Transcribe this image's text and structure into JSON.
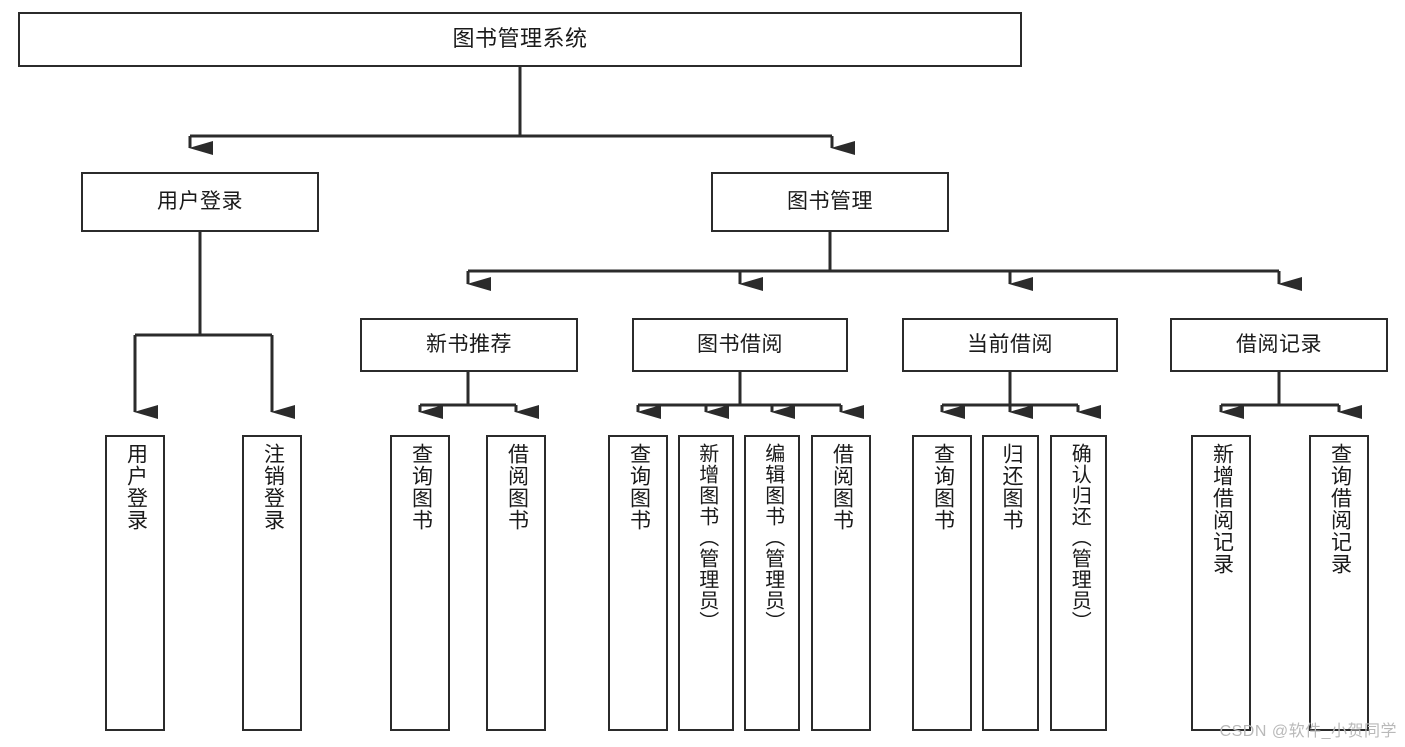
{
  "diagram": {
    "title": "图书管理系统",
    "type": "hierarchy-tree",
    "watermark": "CSDN @软件_小贺同学",
    "colors": {
      "stroke": "#2b2b2b",
      "text": "#1a1a1a",
      "background": "#ffffff",
      "watermark": "#b9b9b9"
    },
    "root": {
      "label": "图书管理系统"
    },
    "level2": [
      {
        "label": "用户登录"
      },
      {
        "label": "图书管理"
      }
    ],
    "level3": [
      {
        "label": "新书推荐"
      },
      {
        "label": "图书借阅"
      },
      {
        "label": "当前借阅"
      },
      {
        "label": "借阅记录"
      }
    ],
    "leaves": {
      "user_login": [
        {
          "label": "用户登录"
        },
        {
          "label": "注销登录"
        }
      ],
      "new_book": [
        {
          "label": "查询图书"
        },
        {
          "label": "借阅图书"
        }
      ],
      "book_borrow": [
        {
          "label": "查询图书"
        },
        {
          "label": "新增图书（管理员）"
        },
        {
          "label": "编辑图书（管理员）"
        },
        {
          "label": "借阅图书"
        }
      ],
      "current_borrow": [
        {
          "label": "查询图书"
        },
        {
          "label": "归还图书"
        },
        {
          "label": "确认归还（管理员）"
        }
      ],
      "borrow_record": [
        {
          "label": "新增借阅记录"
        },
        {
          "label": "查询借阅记录"
        }
      ]
    }
  }
}
